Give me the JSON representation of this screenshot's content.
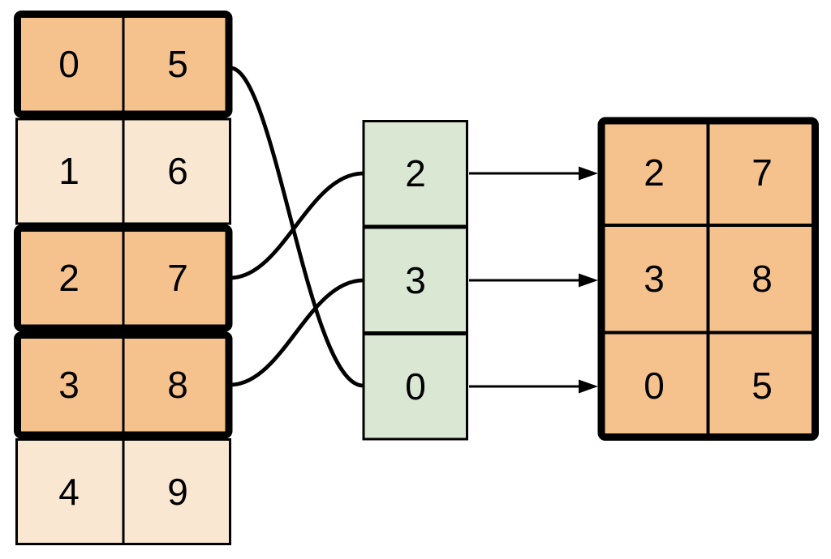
{
  "colors": {
    "highlight_fill": "#f5c28d",
    "muted_fill": "#fae7d2",
    "index_fill": "#d9e7d3",
    "stroke": "#000000",
    "background": "#ffffff"
  },
  "source_table": {
    "highlighted_rows": [
      0,
      2,
      3
    ],
    "rows": [
      {
        "left": "0",
        "right": "5"
      },
      {
        "left": "1",
        "right": "6"
      },
      {
        "left": "2",
        "right": "7"
      },
      {
        "left": "3",
        "right": "8"
      },
      {
        "left": "4",
        "right": "9"
      }
    ]
  },
  "index_column": {
    "values": [
      "2",
      "3",
      "0"
    ]
  },
  "result_table": {
    "rows": [
      {
        "left": "2",
        "right": "7"
      },
      {
        "left": "3",
        "right": "8"
      },
      {
        "left": "0",
        "right": "5"
      }
    ]
  }
}
